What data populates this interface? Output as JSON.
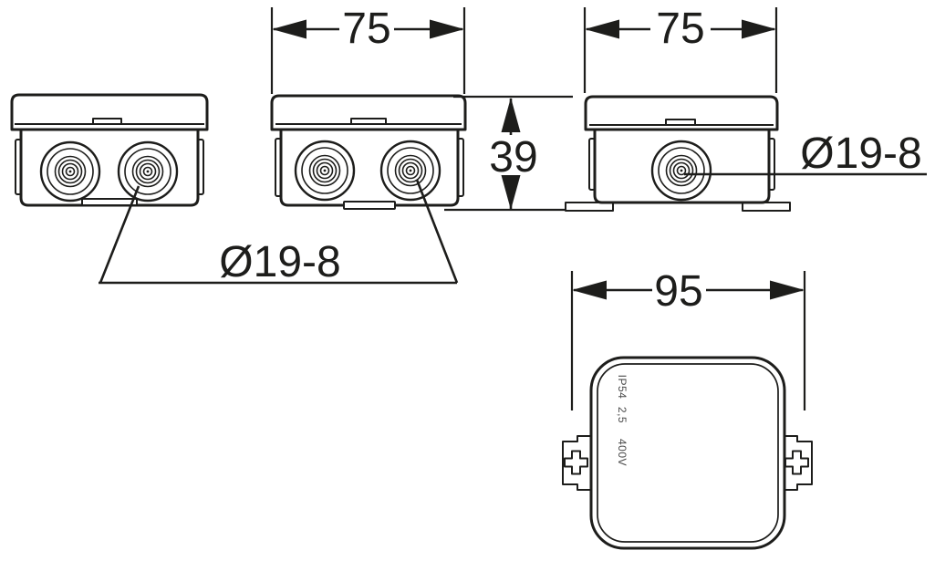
{
  "drawing": {
    "kind": "junction-box-technical-drawing",
    "background": "#ffffff",
    "line_color": "#1d1d1b",
    "marking_color": "#4a4a4a"
  },
  "dims": {
    "front_width": "75",
    "front_height": "39",
    "side_width": "75",
    "top_width": "95"
  },
  "labels": {
    "knockout_bottom": "Ø19-8",
    "knockout_right": "Ø19-8"
  },
  "markings": {
    "ip_rating": "IP54",
    "wire_size": "2,5",
    "voltage": "400V"
  }
}
